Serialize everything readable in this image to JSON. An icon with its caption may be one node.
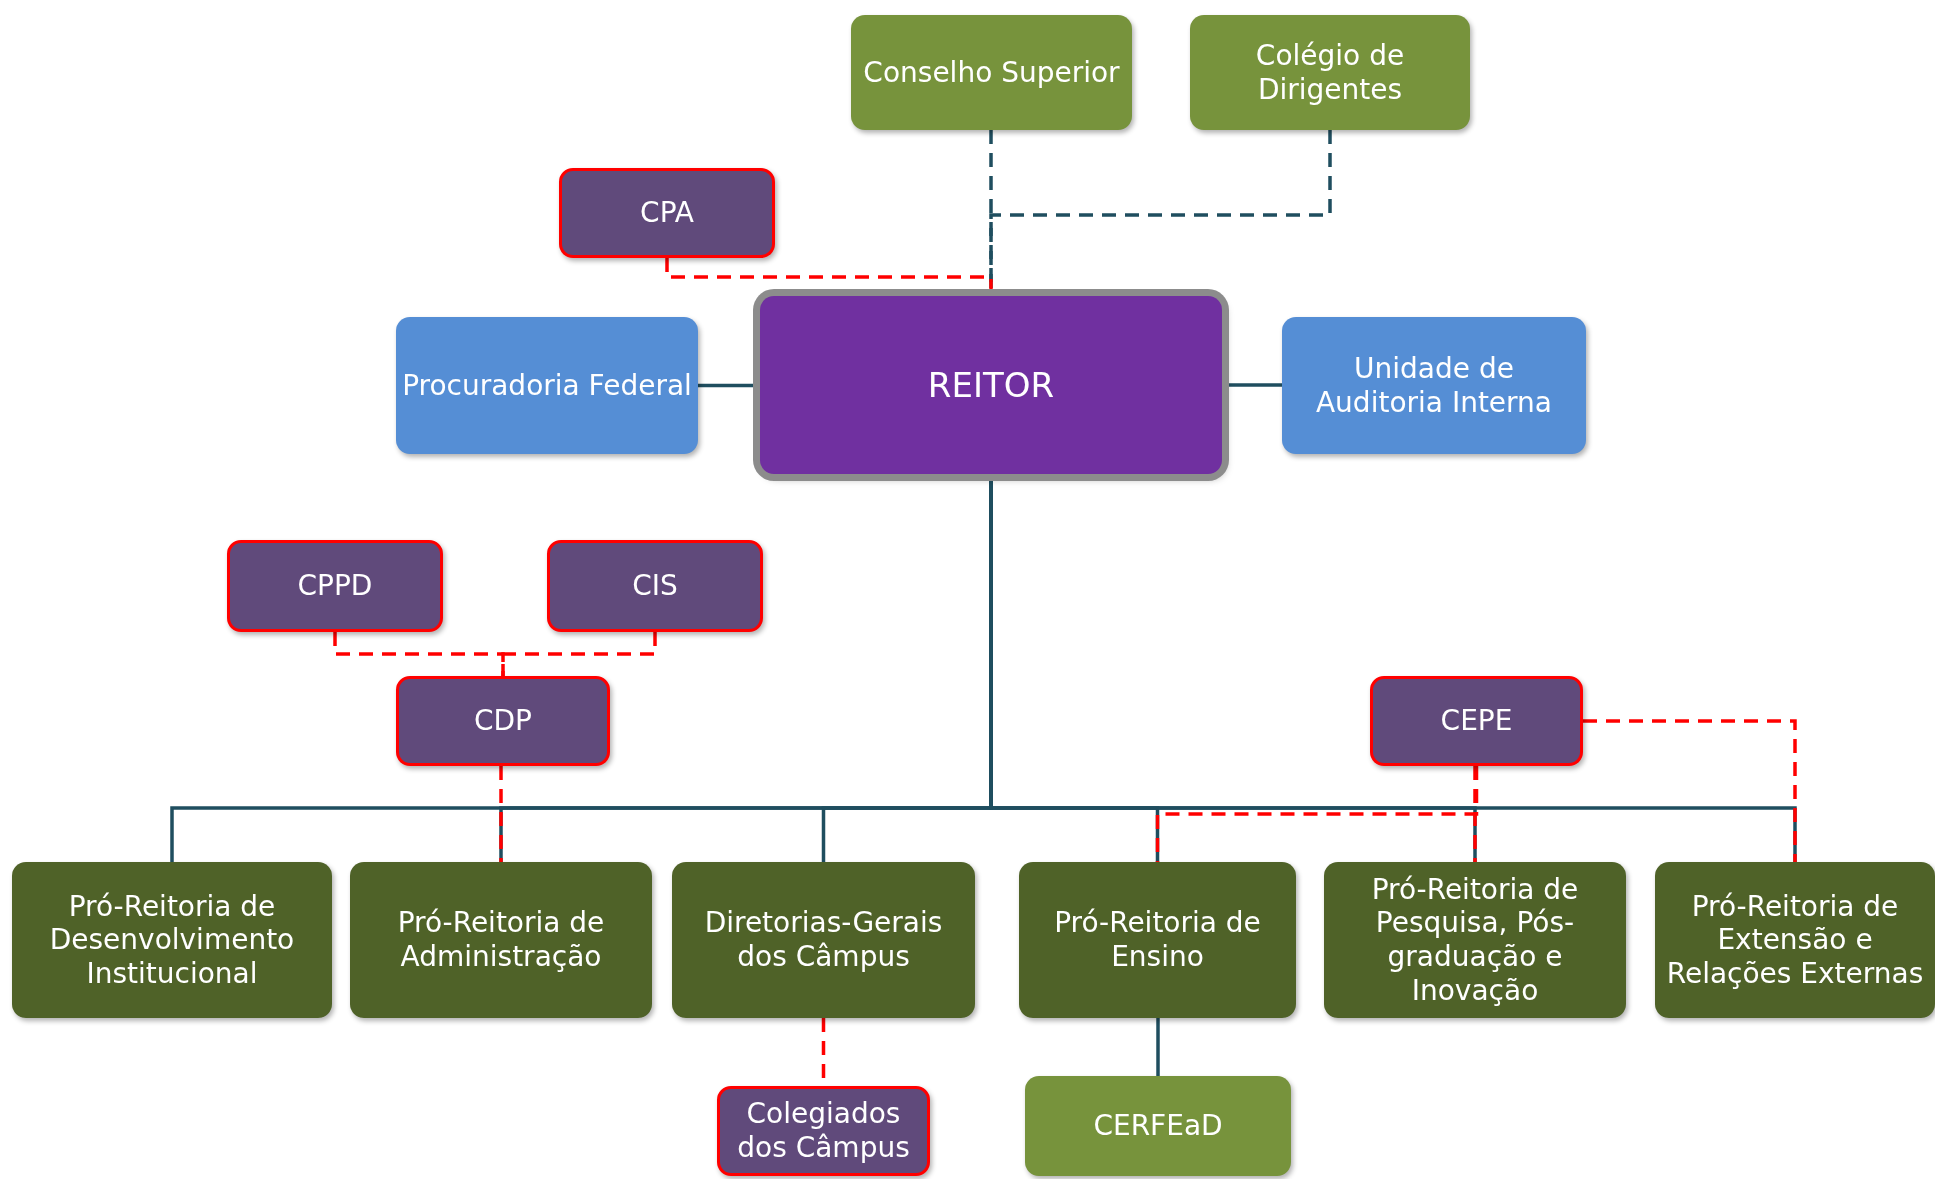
{
  "diagram": {
    "nodes": [
      {
        "text": [
          "Conselho Superior"
        ]
      },
      {
        "text": [
          "Colégio de Dirigentes"
        ]
      },
      {
        "text": [
          "CPA"
        ]
      },
      {
        "text": [
          "Procuradoria Federal"
        ]
      },
      {
        "text": [
          "REITOR"
        ]
      },
      {
        "text": [
          "Unidade de Auditoria Interna"
        ]
      },
      {
        "text": [
          "CPPD"
        ]
      },
      {
        "text": [
          "CIS"
        ]
      },
      {
        "text": [
          "CDP"
        ]
      },
      {
        "text": [
          "CEPE"
        ]
      },
      {
        "text": [
          "Pró-Reitoria de Desenvolvimento Institucional"
        ]
      },
      {
        "text": [
          "Pró-Reitoria de Administração"
        ]
      },
      {
        "text": [
          "Diretorias-Gerais dos Câmpus"
        ]
      },
      {
        "text": [
          "Pró-Reitoria de Ensino"
        ]
      },
      {
        "text": [
          "Pró-Reitoria de Pesquisa, Pós-graduação e Inovação"
        ]
      },
      {
        "text": [
          "Pró-Reitoria de Extensão e Relações Externas"
        ]
      },
      {
        "text": [
          "Colegiados dos Câmpus"
        ]
      },
      {
        "text": [
          "CERFEaD"
        ]
      }
    ],
    "edges": [
      {
        "from": 0,
        "to": 4,
        "arrow": "none",
        "style": "dashed"
      },
      {
        "from": 1,
        "to": 4,
        "arrow": "none",
        "style": "dashed"
      },
      {
        "from": 2,
        "to": 4,
        "arrow": "none",
        "style": "dashed",
        "color": "#ff0000"
      },
      {
        "from": 3,
        "to": 4,
        "arrow": "none"
      },
      {
        "from": 4,
        "to": 5,
        "arrow": "none"
      },
      {
        "from": 4,
        "to": 10,
        "arrow": "none"
      },
      {
        "from": 4,
        "to": 11,
        "arrow": "none"
      },
      {
        "from": 4,
        "to": 12,
        "arrow": "none"
      },
      {
        "from": 4,
        "to": 13,
        "arrow": "none"
      },
      {
        "from": 4,
        "to": 14,
        "arrow": "none"
      },
      {
        "from": 4,
        "to": 15,
        "arrow": "none"
      },
      {
        "from": 6,
        "to": 8,
        "arrow": "none",
        "style": "dashed",
        "color": "#ff0000"
      },
      {
        "from": 7,
        "to": 8,
        "arrow": "none",
        "style": "dashed",
        "color": "#ff0000"
      },
      {
        "from": 8,
        "to": 11,
        "arrow": "none",
        "style": "dashed",
        "color": "#ff0000"
      },
      {
        "from": 9,
        "to": 13,
        "arrow": "none",
        "style": "dashed",
        "color": "#ff0000"
      },
      {
        "from": 9,
        "to": 14,
        "arrow": "none",
        "style": "dashed",
        "color": "#ff0000"
      },
      {
        "from": 9,
        "to": 15,
        "arrow": "none",
        "style": "dashed",
        "color": "#ff0000"
      },
      {
        "from": 12,
        "to": 16,
        "arrow": "none",
        "style": "dashed",
        "color": "#ff0000"
      },
      {
        "from": 13,
        "to": 17,
        "arrow": "none"
      }
    ]
  }
}
